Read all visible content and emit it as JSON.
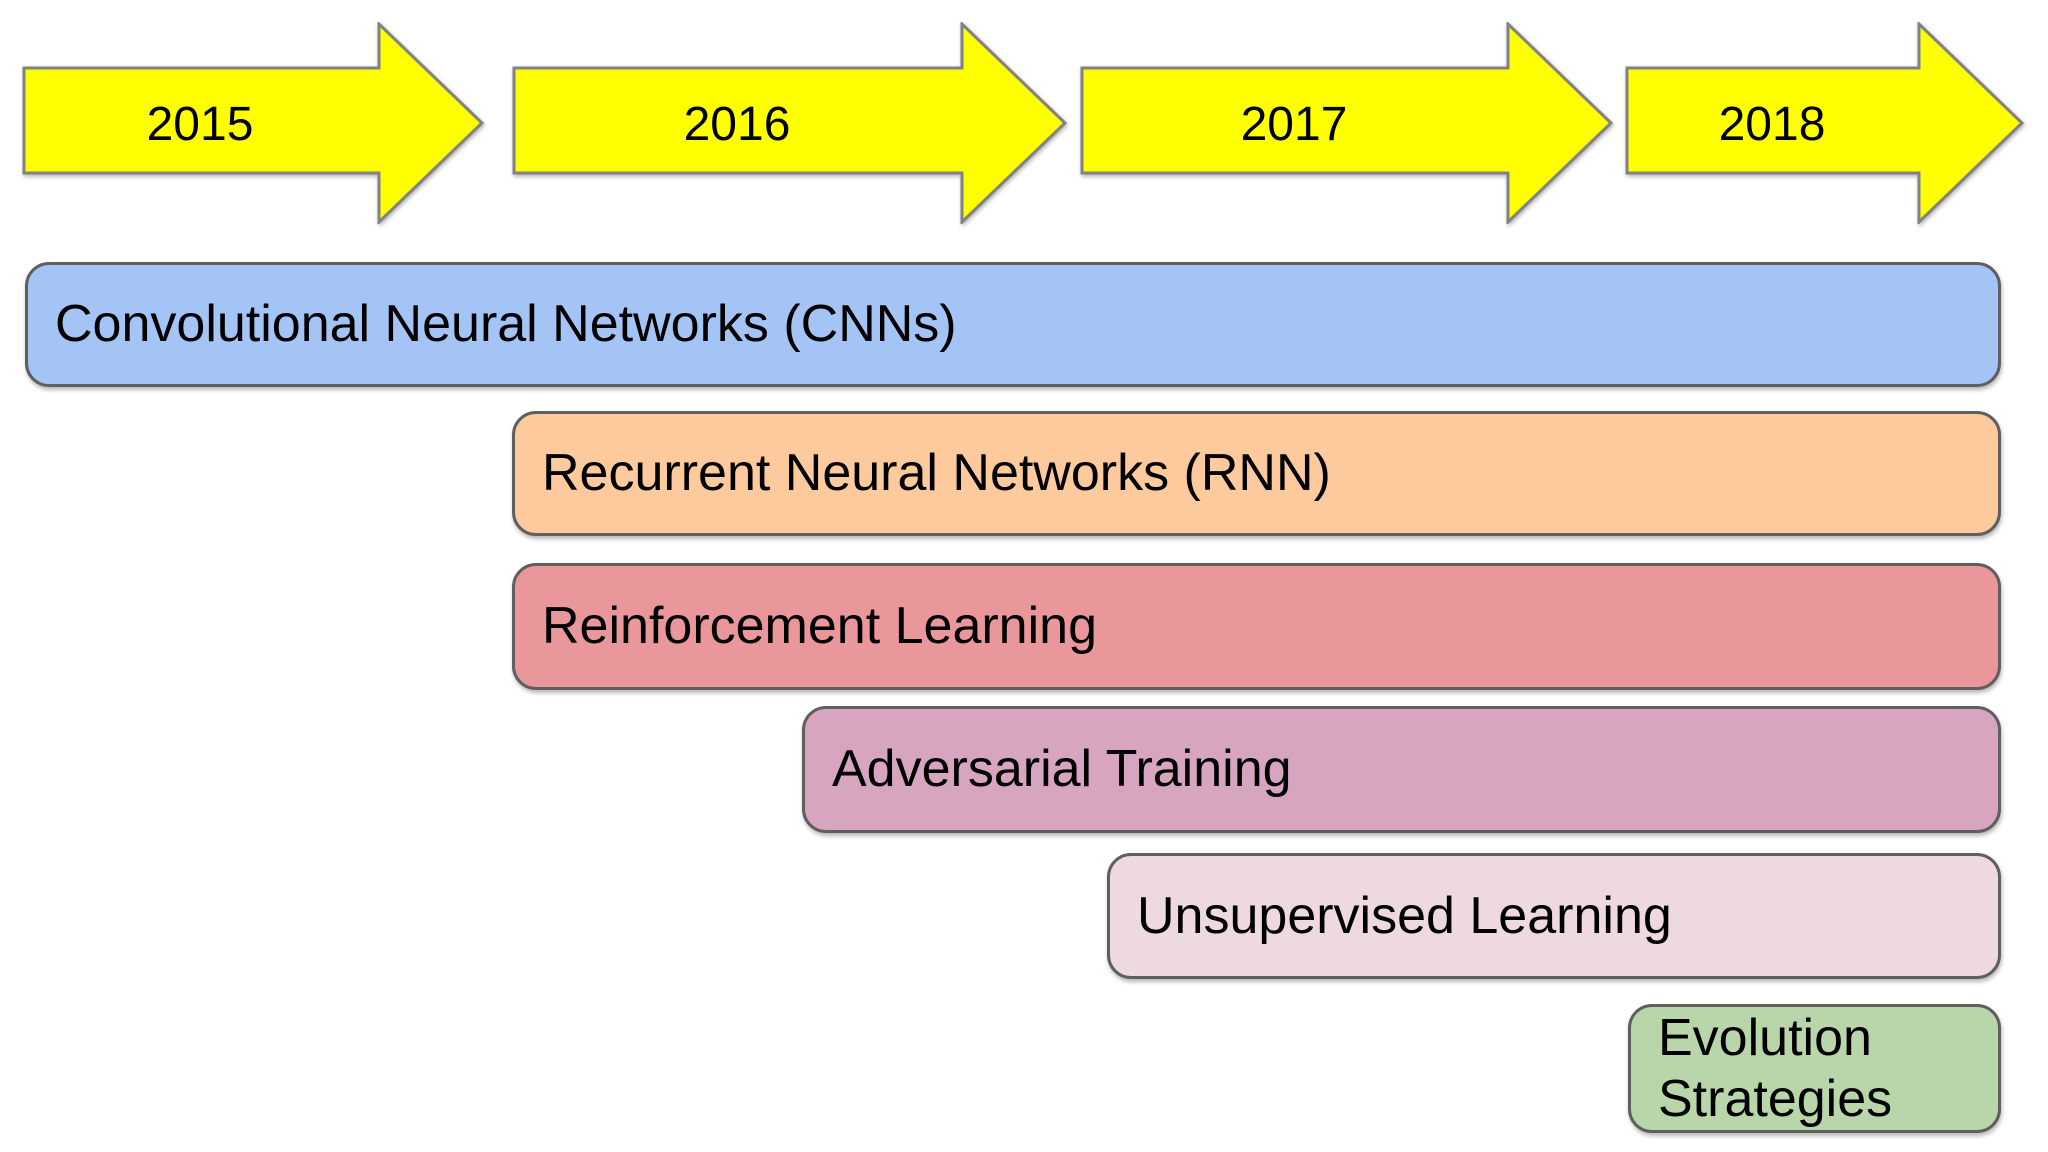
{
  "timeline": {
    "years": [
      {
        "label": "2015"
      },
      {
        "label": "2016"
      },
      {
        "label": "2017"
      },
      {
        "label": "2018"
      }
    ]
  },
  "bars": [
    {
      "label": "Convolutional Neural Networks (CNNs)",
      "color": "#a3c4f4"
    },
    {
      "label": "Recurrent Neural Networks (RNN)",
      "color": "#fcca9c"
    },
    {
      "label": "Reinforcement Learning",
      "color": "#e9979b"
    },
    {
      "label": "Adversarial Training",
      "color": "#d7a5bf"
    },
    {
      "label": "Unsupervised Learning",
      "color": "#eed9e2"
    },
    {
      "label": "Evolution Strategies",
      "color": "#b9d6ab"
    }
  ],
  "colors": {
    "arrow_fill": "#ffff00",
    "arrow_border": "#828282",
    "bar_border": "#5f5f5f",
    "text": "#000000",
    "background": "#ffffff"
  }
}
